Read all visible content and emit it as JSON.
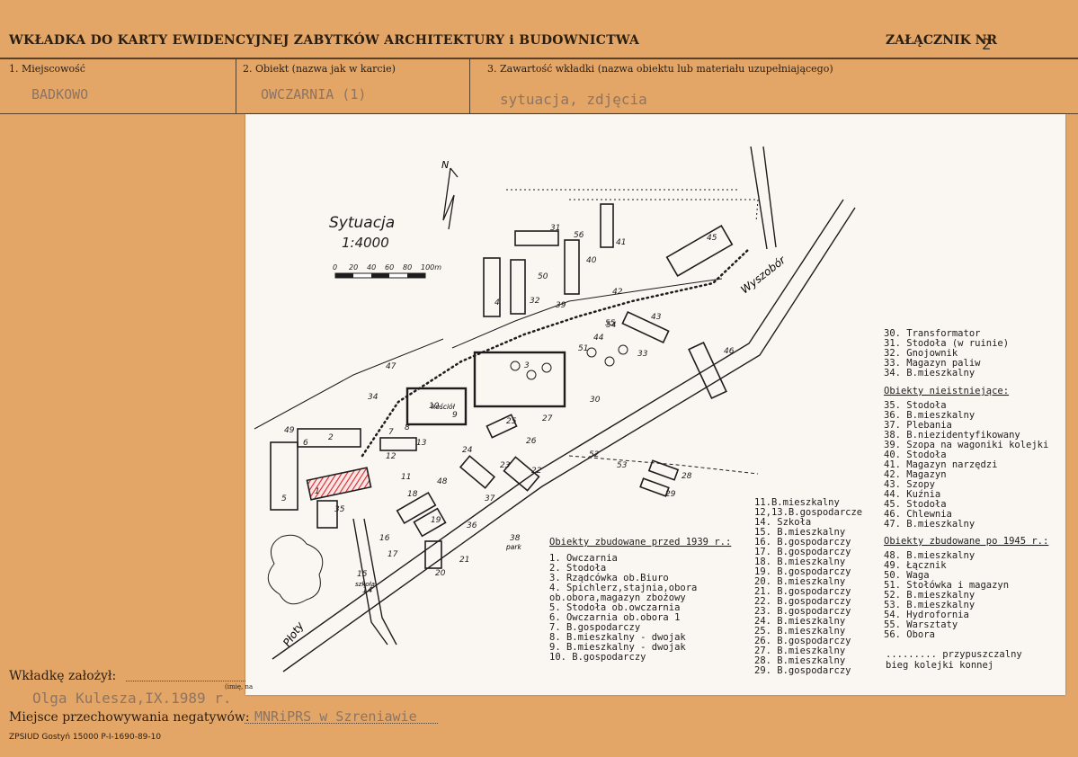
{
  "header": {
    "title": "WKŁADKA DO KARTY EWIDENCYJNEJ ZABYTKÓW ARCHITEKTURY i BUDOWNICTWA",
    "attachment_label": "ZAŁĄCZNIK NR",
    "attachment_number": "2"
  },
  "fields": {
    "f1_label": "1. Miejscowość",
    "f1_value": "BADKOWO",
    "f2_label": "2. Obiekt (nazwa jak w karcie)",
    "f2_value": "OWCZARNIA (1)",
    "f3_label": "3. Zawartość wkładki (nazwa obiektu lub materiału uzupełniającego)",
    "f3_value": "sytuacja, zdjęcia"
  },
  "map": {
    "title": "Sytuacja",
    "scale": "1:4000",
    "scale_ticks": [
      "0",
      "20",
      "40",
      "60",
      "80",
      "100m"
    ],
    "north": "N",
    "road_wyszobor": "Wyszobór",
    "road_ploty": "Płoty",
    "label_kosciol": "kościół",
    "label_park": "park",
    "label_szkola": "szkoła",
    "numbers": [
      "1",
      "2",
      "3",
      "4",
      "5",
      "6",
      "7",
      "8",
      "9",
      "10",
      "11",
      "12",
      "13",
      "14",
      "15",
      "16",
      "17",
      "18",
      "19",
      "20",
      "21",
      "22",
      "23",
      "24",
      "25",
      "26",
      "27",
      "28",
      "29",
      "30",
      "31",
      "32",
      "33",
      "34",
      "35",
      "36",
      "37",
      "38",
      "39",
      "40",
      "41",
      "42",
      "43",
      "44",
      "45",
      "46",
      "47",
      "48",
      "49",
      "50",
      "51",
      "52",
      "53",
      "54",
      "55",
      "56"
    ]
  },
  "legend": {
    "pre1939_title": "Obiekty zbudowane przed 1939 r.:",
    "pre1939_items": [
      "1. Owczarnia",
      "2. Stodoła",
      "3. Rządcówka ob.Biuro",
      "4. Spichlerz,stajnia,obora",
      "   ob.obora,magazyn zbożowy",
      "5. Stodoła ob.owczarnia",
      "6. Owczarnia ob.obora 1",
      "7. B.gospodarczy",
      "8. B.mieszkalny - dwojak",
      "9. B.mieszkalny - dwojak",
      "10. B.gospodarczy"
    ],
    "mid_items": [
      "11.B.mieszkalny",
      "12,13.B.gospodarcze",
      "14. Szkoła",
      "15. B.mieszkalny",
      "16. B.gospodarczy",
      "17. B.gospodarczy",
      "18. B.mieszkalny",
      "19. B.gospodarczy",
      "20. B.mieszkalny",
      "21. B.gospodarczy",
      "22. B.gospodarczy",
      "23. B.gospodarczy",
      "24. B.mieszkalny",
      "25. B.mieszkalny",
      "26. B.gospodarczy",
      "27. B.mieszkalny",
      "28. B.mieszkalny",
      "29. B.gospodarczy"
    ],
    "right_items": [
      "30. Transformator",
      "31. Stodoła (w ruinie)",
      "32. Gnojownik",
      "33. Magazyn paliw",
      "34. B.mieszkalny"
    ],
    "nonexist_title": "Obiekty nieistniejące:",
    "nonexist_items": [
      "35. Stodoła",
      "36. B.mieszkalny",
      "37. Plebania",
      "38. B.niezidentyfikowany",
      "39. Szopa na wagoniki kolejki",
      "40. Stodoła",
      "41. Magazyn narzędzi",
      "42. Magazyn",
      "43. Szopy",
      "44. Kuźnia",
      "45. Stodoła",
      "46. Chlewnia",
      "47. B.mieszkalny"
    ],
    "post1945_title": "Obiekty zbudowane po 1945 r.:",
    "post1945_items": [
      "48. B.mieszkalny",
      "49. Łącznik",
      "50. Waga",
      "51. Stołówka i magazyn",
      "52. B.mieszkalny",
      "53. B.mieszkalny",
      "54. Hydrofornia",
      "55. Warsztaty",
      "56. Obora"
    ],
    "rail_note_1": "......... przypuszczalny",
    "rail_note_2": "bieg kolejki konnej"
  },
  "footer": {
    "founder_label": "Wkładkę założył:",
    "founder_hint": "(imię, na",
    "founder_value": "Olga Kulesza,IX.1989 r.",
    "negatives_label": "Miejsce przechowywania negatywów:",
    "negatives_value": "MNRiPRS w Szreniawie",
    "print_info": "ZPSIUD Gostyń 15000 P-I-1690-89-10"
  },
  "colors": {
    "card": "#e3a667",
    "paper": "#faf7f2",
    "hatch": "#d8262a",
    "ink": "#1d1d1d"
  }
}
